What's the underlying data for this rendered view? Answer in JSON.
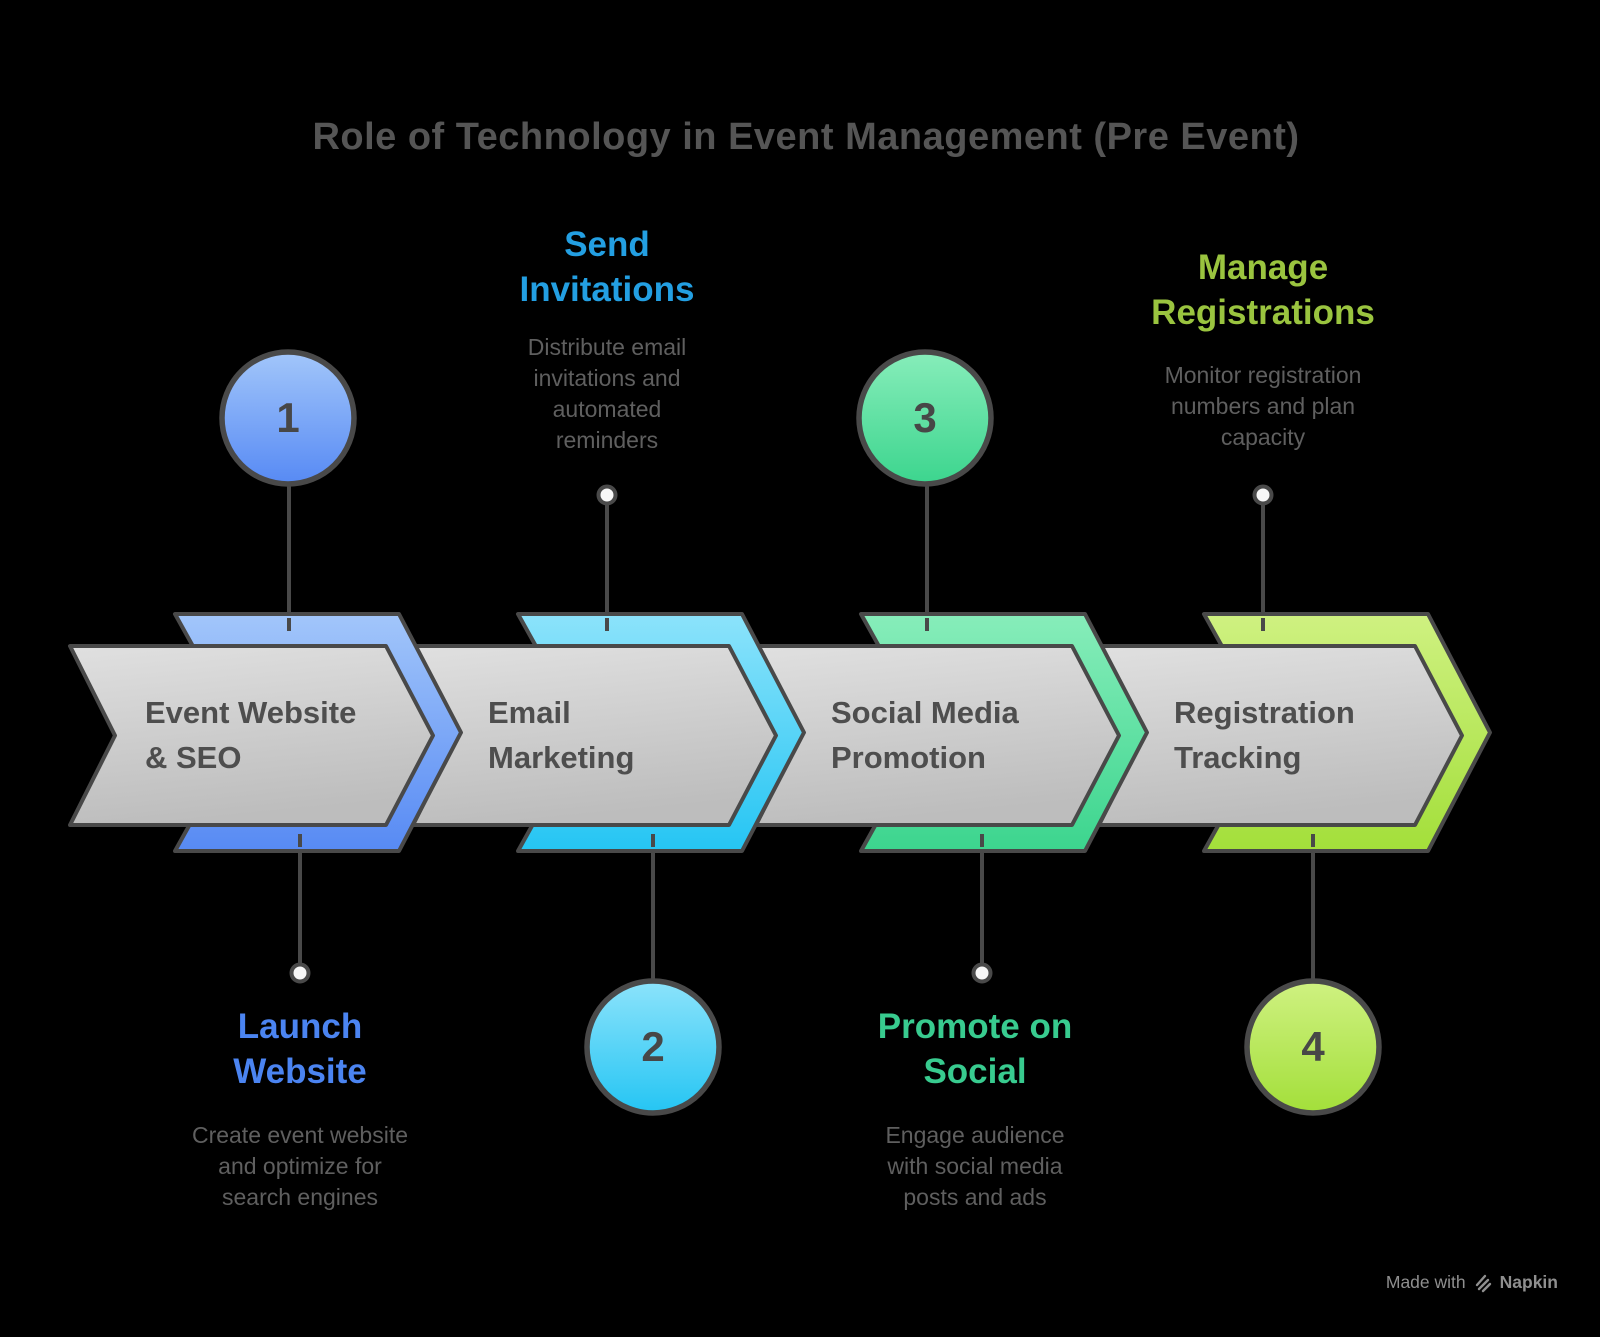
{
  "title": "Role of Technology in Event Management (Pre Event)",
  "watermark": {
    "prefix": "Made with",
    "brand": "Napkin"
  },
  "colors": {
    "background": "#000000",
    "outline": "#494949",
    "title_text": "#555555",
    "label_text": "#4e4e4e",
    "number_text": "#474747",
    "description_text": "#5f5f5f",
    "watermark_text": "#8f8f8f",
    "ring_fill": "#f7f7f7",
    "gray_arrow": {
      "light": "#e0e0e0",
      "dark": "#bdbdbd"
    },
    "accents": {
      "blue": {
        "light": "#a2c6fa",
        "dark": "#578af4",
        "title": "#4b84f1"
      },
      "cyan": {
        "light": "#8ce3fb",
        "dark": "#25c5f3",
        "title": "#239fe2"
      },
      "green": {
        "light": "#87edba",
        "dark": "#3cd58e",
        "title": "#38cb8f"
      },
      "lime": {
        "light": "#cff181",
        "dark": "#a3df3a",
        "title": "#9ac43f"
      }
    }
  },
  "steps": [
    {
      "number": "1",
      "label": "Event Website & SEO",
      "accent": "blue",
      "callout_position": "below",
      "callout_title": "Launch Website",
      "callout_description": "Create event website and optimize for search engines"
    },
    {
      "number": "2",
      "label": "Email Marketing",
      "accent": "cyan",
      "callout_position": "above",
      "callout_title": "Send Invitations",
      "callout_description": "Distribute email invitations and automated reminders"
    },
    {
      "number": "3",
      "label": "Social Media Promotion",
      "accent": "green",
      "callout_position": "below",
      "callout_title": "Promote on Social",
      "callout_description": "Engage audience with social media posts and ads"
    },
    {
      "number": "4",
      "label": "Registration Tracking",
      "accent": "lime",
      "callout_position": "above",
      "callout_title": "Manage Registrations",
      "callout_description": "Monitor registration numbers and plan capacity"
    }
  ]
}
